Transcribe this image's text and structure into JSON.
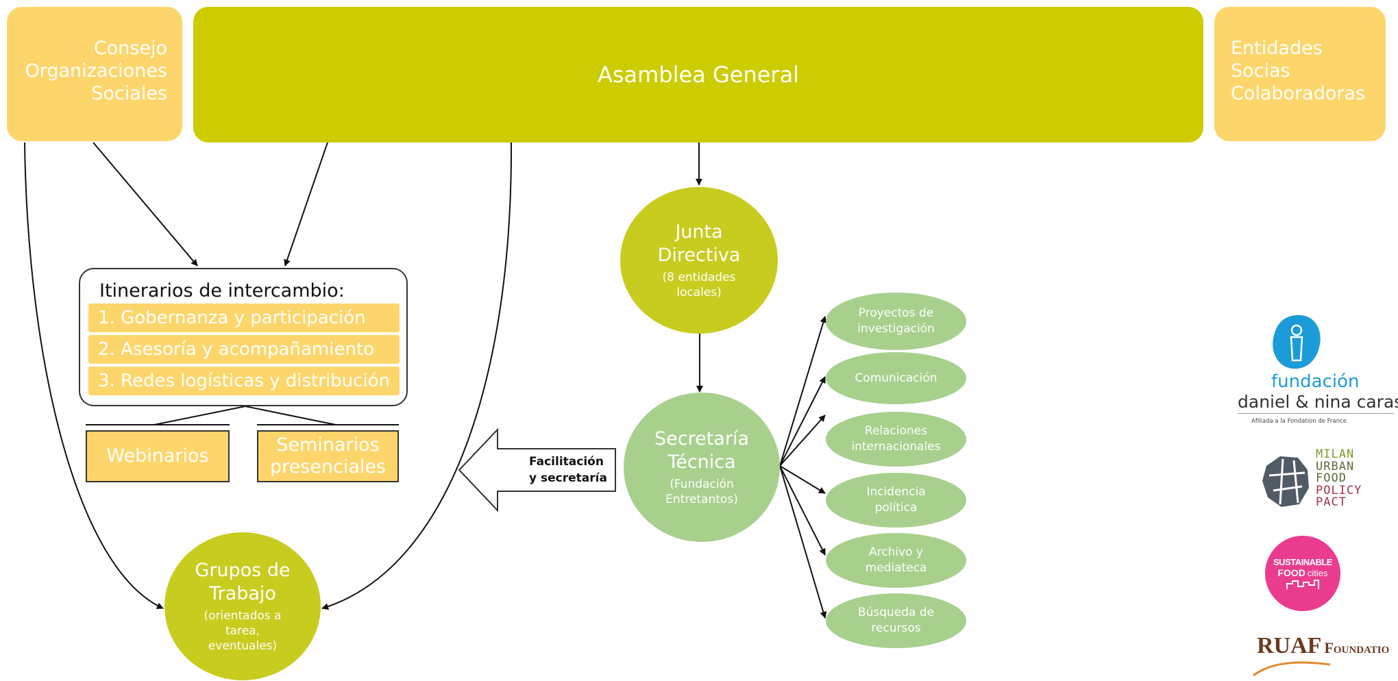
{
  "top": {
    "left_box": [
      "Consejo",
      "Organizaciones",
      "Sociales"
    ],
    "center_box": "Asamblea General",
    "right_box": [
      "Entidades",
      "Socias",
      "Colaboradoras"
    ]
  },
  "junta": {
    "title": "Junta Directiva",
    "subtitle": "(8 entidades locales)"
  },
  "secretaria": {
    "title": "Secretaría Técnica",
    "subtitle": "(Fundación Entretantos)"
  },
  "itinerarios": {
    "title": "Itinerarios de intercambio:",
    "items": [
      "1. Gobernanza y participación",
      "2. Asesoría y acompañamiento",
      "3. Redes logísticas y distribución"
    ]
  },
  "formats": {
    "webinarios": "Webinarios",
    "seminarios": "Seminarios presenciales"
  },
  "grupos": {
    "title": "Grupos de Trabajo",
    "subtitle": "(orientados a tarea, eventuales)"
  },
  "facilitacion": [
    "Facilitación",
    "y secretaría"
  ],
  "areas": [
    "Proyectos de investigación",
    "Comunicación",
    "Relaciones internacionales",
    "Incidencia política",
    "Archivo y mediateca",
    "Búsqueda de recursos"
  ],
  "logos": {
    "carasso_line1": "fundación",
    "carasso_line2": "daniel & nina carasso",
    "carasso_line3": "Afiliada a la Fondation de France",
    "milan": [
      "MILAN",
      "URBAN",
      "FOOD",
      "POLICY",
      "PACT"
    ],
    "sfc_line1": "SUSTAINABLE",
    "sfc_line2": "FOOD",
    "sfc_line3": "cities",
    "ruaf": "RUAF",
    "ruaf_suffix": "Foundatio"
  },
  "colors": {
    "yellow": "#fdd66b",
    "olive": "#cccc00",
    "green": "#a8d08d",
    "teal": "#1b9bd7",
    "pink": "#ea3c8f",
    "brown": "#6b3a1e"
  }
}
